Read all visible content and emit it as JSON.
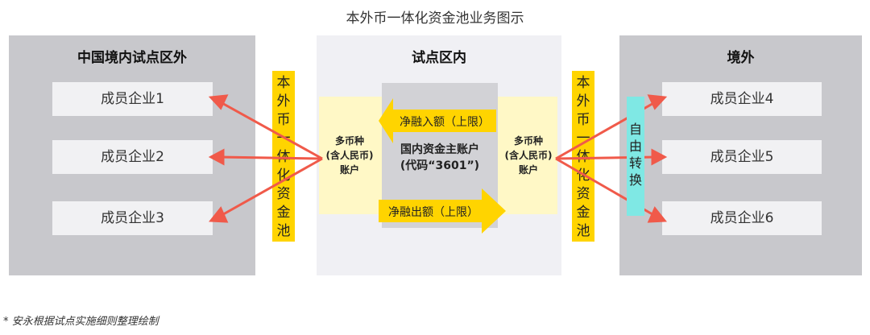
{
  "title": "本外币一体化资金池业务图示",
  "left_panel": {
    "title": "中国境内试点区外",
    "members": [
      "成员企业1",
      "成员企业2",
      "成员企业3"
    ]
  },
  "center_panel": {
    "title": "试点区内",
    "left_account": [
      "多币种",
      "(含人民币)",
      "账户"
    ],
    "right_account": [
      "多币种",
      "(含人民币)",
      "账户"
    ],
    "main_account": [
      "国内资金主账户",
      "(代码“3601”)"
    ],
    "inflow_label": "净融入额（上限）",
    "outflow_label": "净融出额（上限）"
  },
  "right_panel": {
    "title": "境外",
    "members": [
      "成员企业4",
      "成员企业5",
      "成员企业6"
    ]
  },
  "pool_bar_left": [
    "本",
    "外",
    "币",
    "一",
    "体",
    "化",
    "资",
    "金",
    "池"
  ],
  "pool_bar_right": [
    "本",
    "外",
    "币",
    "一",
    "体",
    "化",
    "资",
    "金",
    "池"
  ],
  "free_convert": [
    "自",
    "由",
    "转",
    "换"
  ],
  "footnote": "* 安永根据试点实施细则整理绘制",
  "colors": {
    "panel_gray": "#c8c8cc",
    "center_bg": "#f0f0f4",
    "pool_yellow": "#ffd400",
    "account_cream": "#fff8c6",
    "connector_red": "#f05a4a",
    "convert_teal": "#7fe8e4"
  }
}
